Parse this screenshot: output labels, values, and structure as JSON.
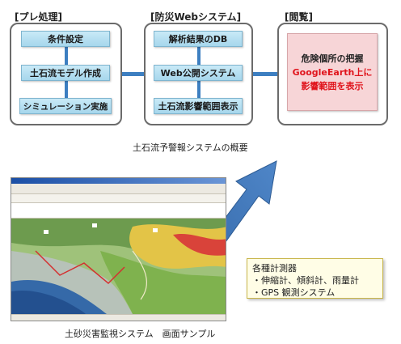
{
  "groups": [
    {
      "label": "[プレ処理]"
    },
    {
      "label": "[防災Webシステム]"
    },
    {
      "label": "[閲覧]"
    }
  ],
  "pre_steps": [
    "条件設定",
    "土石流モデル作成",
    "シミュレーション実施"
  ],
  "web_steps": [
    "解析結果のDB",
    "Web公開システム",
    "土石流影響範囲表示"
  ],
  "result": {
    "line1": "危険個所の把握",
    "line2": "GoogleEarth上に",
    "line3": "影響範囲を表示"
  },
  "overview_caption": "土石流予警報システムの概要",
  "screenshot_caption": "土砂災害監視システム　画面サンプル",
  "sensors": {
    "title": "各種計測器",
    "items": [
      "・伸縮計、傾斜計、雨量計",
      "・GPS 観測システム"
    ]
  },
  "colors": {
    "connector": "#3d7fc1",
    "step_fill": "#a6d6ec",
    "result_fill": "#f7d5d7",
    "result_text": "#e0141c"
  }
}
